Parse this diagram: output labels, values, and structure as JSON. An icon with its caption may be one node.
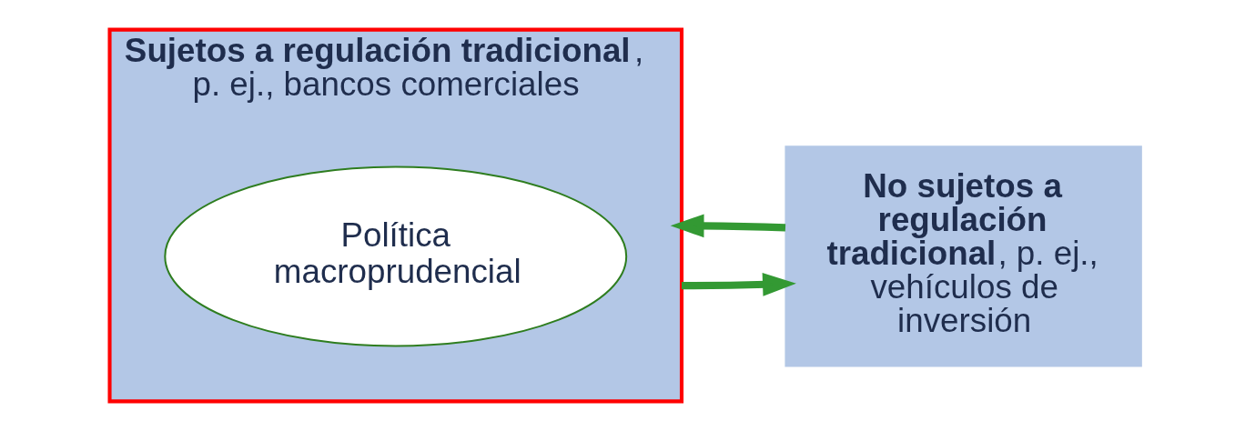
{
  "diagram": {
    "nodes": [
      {
        "text": [
          "**Sujetos a regulación tradicional**, p. ej., bancos comerciales"
        ]
      },
      {
        "text": [
          "Política macroprudencial"
        ],
        "in": 0
      },
      {
        "text": [
          "**No sujetos a regulación tradicional**, p. ej., vehículos de inversión"
        ]
      }
    ],
    "edges": [
      {
        "from": 0,
        "to": 2,
        "arrow": "to",
        "color": "#339933"
      },
      {
        "from": 2,
        "to": 0,
        "arrow": "to",
        "color": "#339933"
      }
    ]
  }
}
